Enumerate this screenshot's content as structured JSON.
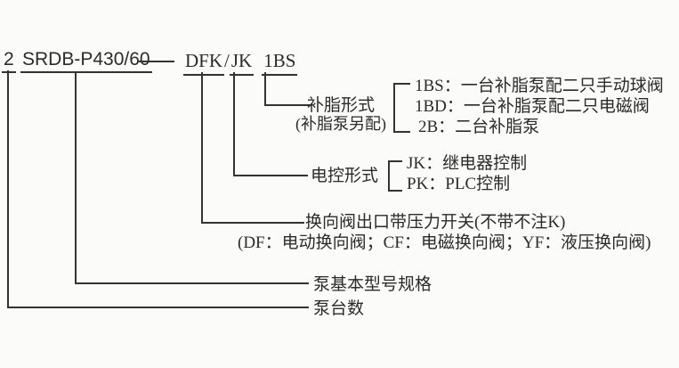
{
  "colors": {
    "ink": "#333333",
    "text": "#2b2b2b",
    "background": "#fbfbf9"
  },
  "code": {
    "pump_count": "2",
    "base_model": "SRDB-P430/60",
    "valve_code": "DFK",
    "slash": "/",
    "control_code": "JK",
    "grease_code": "1BS"
  },
  "sections": {
    "grease": {
      "label": "补脂形式",
      "sublabel": "(补脂泵另配)",
      "options": [
        "1BS：一台补脂泵配二只手动球阀",
        "1BD：一台补脂泵配二只电磁阀",
        "2B：二台补脂泵"
      ]
    },
    "control": {
      "label": "电控形式",
      "options": [
        "JK：继电器控制",
        "PK：PLC控制"
      ]
    },
    "valve": {
      "label": "换向阀出口带压力开关(不带不注K)",
      "sublabel": "(DF：电动换向阀；CF：电磁换向阀；YF：液压换向阀)"
    },
    "base_model": {
      "label": "泵基本型号规格"
    },
    "pump_count": {
      "label": "泵台数"
    }
  }
}
